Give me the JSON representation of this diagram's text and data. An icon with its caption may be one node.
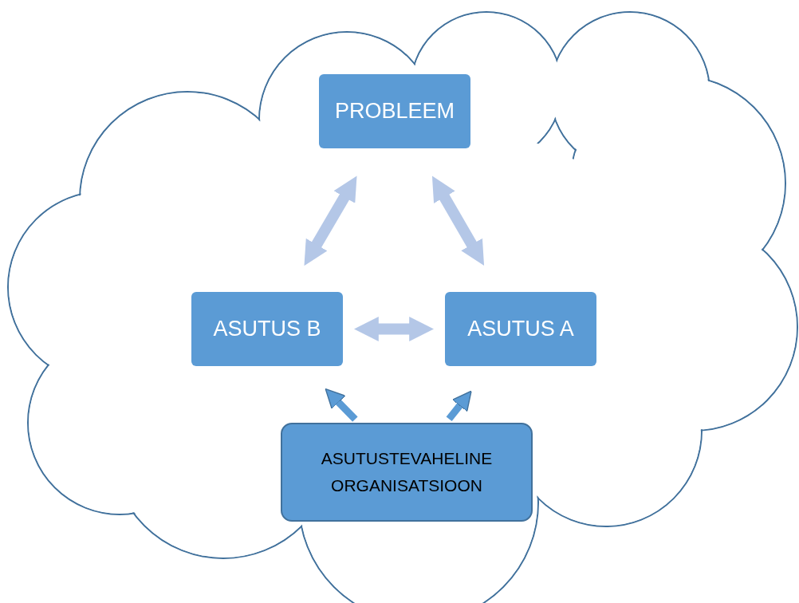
{
  "diagram": {
    "nodes": [
      {
        "text": [],
        "shape": "cloud"
      },
      {
        "text": [
          "PROBLEEM"
        ],
        "in": 0
      },
      {
        "text": [
          "ASUTUS B"
        ],
        "in": 0
      },
      {
        "text": [
          "ASUTUS A"
        ],
        "in": 0
      },
      {
        "text": [
          "ASUTUSTEVAHELINE ORGANISATSIOON"
        ],
        "in": 0
      }
    ],
    "edges": [
      {
        "from": 2,
        "to": 1,
        "arrow": "both"
      },
      {
        "from": 3,
        "to": 1,
        "arrow": "both"
      },
      {
        "from": 2,
        "to": 3,
        "arrow": "both"
      },
      {
        "from": 4,
        "to": 2,
        "arrow": "to",
        "color": "#5b9bd5"
      },
      {
        "from": 4,
        "to": 3,
        "arrow": "to",
        "color": "#5b9bd5"
      }
    ]
  }
}
